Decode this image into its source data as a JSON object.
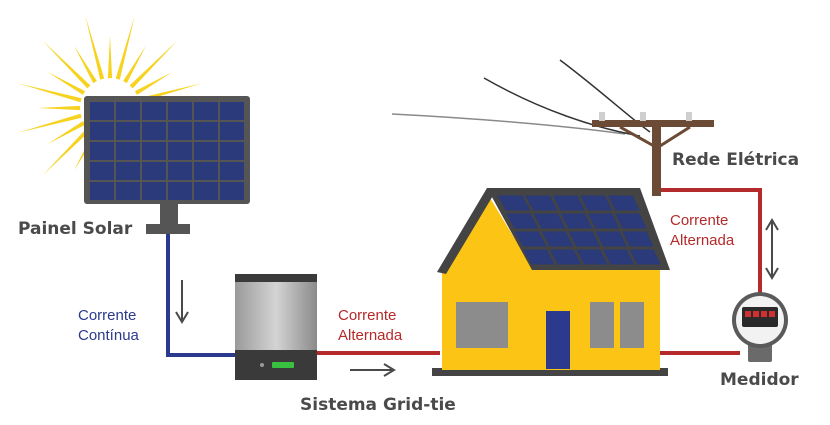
{
  "labels": {
    "solar_panel": "Painel Solar",
    "dc_current_line1": "Corrente",
    "dc_current_line2": "Contínua",
    "ac_current_inverter_line1": "Corrente",
    "ac_current_inverter_line2": "Alternada",
    "grid_tie": "Sistema Grid-tie",
    "power_grid": "Rede Elétrica",
    "ac_current_grid_line1": "Corrente",
    "ac_current_grid_line2": "Alternada",
    "meter": "Medidor"
  },
  "colors": {
    "sun": "#f7d21e",
    "panel_cell": "#2a3a7a",
    "panel_frame": "#555555",
    "dc_wire": "#2b3a8c",
    "ac_wire": "#b52a2a",
    "house_wall": "#fcc414",
    "house_window": "#8c8c8c",
    "door": "#2b3a8c",
    "pole": "#6b4a36",
    "meter_display": "#d03030"
  },
  "icons": {
    "sun": "sun-icon",
    "panel": "solar-panel-icon",
    "inverter": "inverter-icon",
    "house": "house-icon",
    "pole": "utility-pole-icon",
    "meter": "electric-meter-icon",
    "arrow_down": "arrow-down-icon",
    "arrow_right": "arrow-right-icon",
    "arrow_bidirectional": "arrow-up-down-icon"
  }
}
